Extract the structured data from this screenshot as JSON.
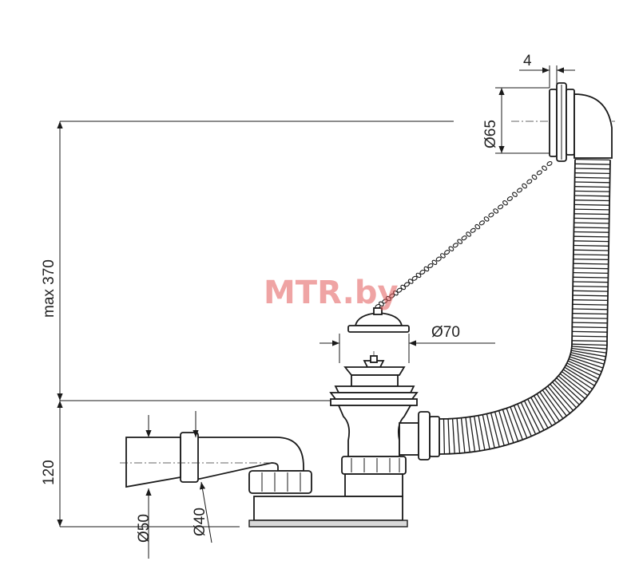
{
  "watermark": "MTR.by",
  "dimensions": {
    "overflow_offset": "4",
    "overflow_diameter": "Ø65",
    "max_height": "max 370",
    "plug_diameter": "Ø70",
    "trap_height": "120",
    "outlet_outer": "Ø50",
    "outlet_inner": "Ø40"
  }
}
